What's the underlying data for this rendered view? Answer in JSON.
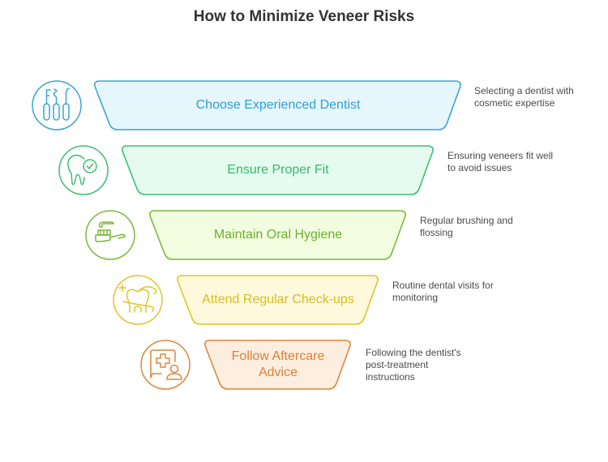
{
  "title": "How to Minimize Veneer Risks",
  "steps": [
    {
      "label": "Choose Experienced Dentist",
      "description_lines": [
        "Selecting a dentist with",
        "cosmetic expertise"
      ],
      "icon": "dental-tools-icon",
      "stroke": "#3aa3d8",
      "fill": "#e6f6fd",
      "text_color": "#2e9fd6"
    },
    {
      "label": "Ensure Proper Fit",
      "description_lines": [
        "Ensuring veneers fit well",
        "to avoid issues"
      ],
      "icon": "tooth-check-icon",
      "stroke": "#3cbf72",
      "fill": "#e5fbef",
      "text_color": "#34b86a"
    },
    {
      "label": "Maintain Oral Hygiene",
      "description_lines": [
        "Regular brushing and",
        "flossing"
      ],
      "icon": "toothbrush-icon",
      "stroke": "#7ab83a",
      "fill": "#f2fde0",
      "text_color": "#6fae2e"
    },
    {
      "label": "Attend Regular Check-ups",
      "description_lines": [
        "Routine dental visits for",
        "monitoring"
      ],
      "icon": "tooth-floss-icon",
      "stroke": "#e0c42a",
      "fill": "#fef9dc",
      "text_color": "#d9bb1c"
    },
    {
      "label_lines": [
        "Follow Aftercare",
        "Advice"
      ],
      "description_lines": [
        "Following the dentist's",
        "post-treatment",
        "instructions"
      ],
      "icon": "medical-chat-user-icon",
      "stroke": "#e0843a",
      "fill": "#fdeee0",
      "text_color": "#dc7f34"
    }
  ]
}
